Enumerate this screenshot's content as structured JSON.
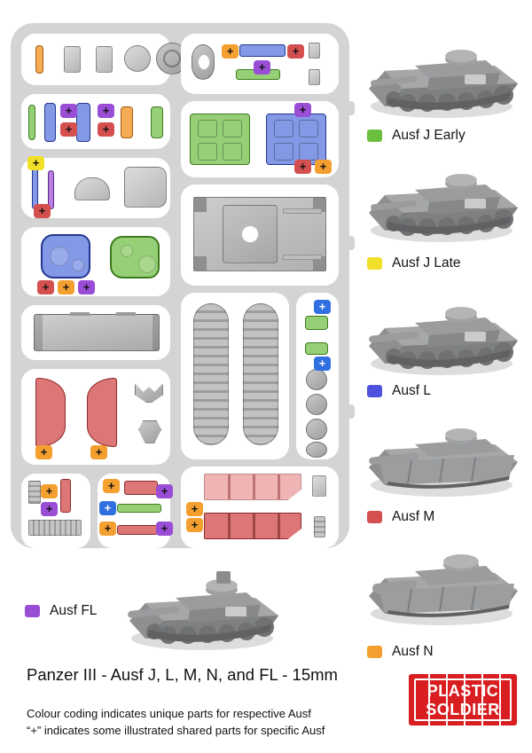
{
  "document": {
    "title": "Panzer III - Ausf J, L, M, N, and FL - 15mm",
    "notes": [
      "Colour coding indicates unique parts for respective Ausf",
      "“+” indicates some illustrated shared parts for specific Ausf"
    ]
  },
  "brand": {
    "logo_line1": "PLASTIC",
    "logo_line2": "SOLDIER",
    "logo_color": "#d81e20",
    "logo_text_color": "#ffffff"
  },
  "legend": {
    "items": [
      {
        "label": "Ausf J Early",
        "color": "#6cbe3f",
        "swatch_name": "green"
      },
      {
        "label": "Ausf J Late",
        "color": "#f0e028",
        "swatch_name": "yellow"
      },
      {
        "label": "Ausf L",
        "color": "#4e52dc",
        "swatch_name": "blue"
      },
      {
        "label": "Ausf M",
        "color": "#d4504f",
        "swatch_name": "red"
      },
      {
        "label": "Ausf N",
        "color": "#f4a030",
        "swatch_name": "orange"
      },
      {
        "label": "Ausf FL",
        "color": "#9a4ed6",
        "swatch_name": "purple"
      }
    ]
  },
  "tanks": [
    {
      "name": "panzer-iii-ausf-j-early",
      "variant": "Ausf J Early"
    },
    {
      "name": "panzer-iii-ausf-j-late",
      "variant": "Ausf J Late"
    },
    {
      "name": "panzer-iii-ausf-l",
      "variant": "Ausf L"
    },
    {
      "name": "panzer-iii-ausf-m",
      "variant": "Ausf M"
    },
    {
      "name": "panzer-iii-ausf-n",
      "variant": "Ausf N"
    },
    {
      "name": "panzer-iii-ausf-fl",
      "variant": "Ausf FL"
    }
  ],
  "sprue": {
    "frame_color": "#d4d4d4",
    "cell_color": "#ffffff",
    "plus_marker": "+",
    "plus_badge_colors": {
      "red": "#d4504f",
      "orange": "#f4a030",
      "purple": "#9a4ed6",
      "blue": "#2f6fe0",
      "yellow": "#f0e028",
      "green": "#6cbe3f"
    }
  }
}
